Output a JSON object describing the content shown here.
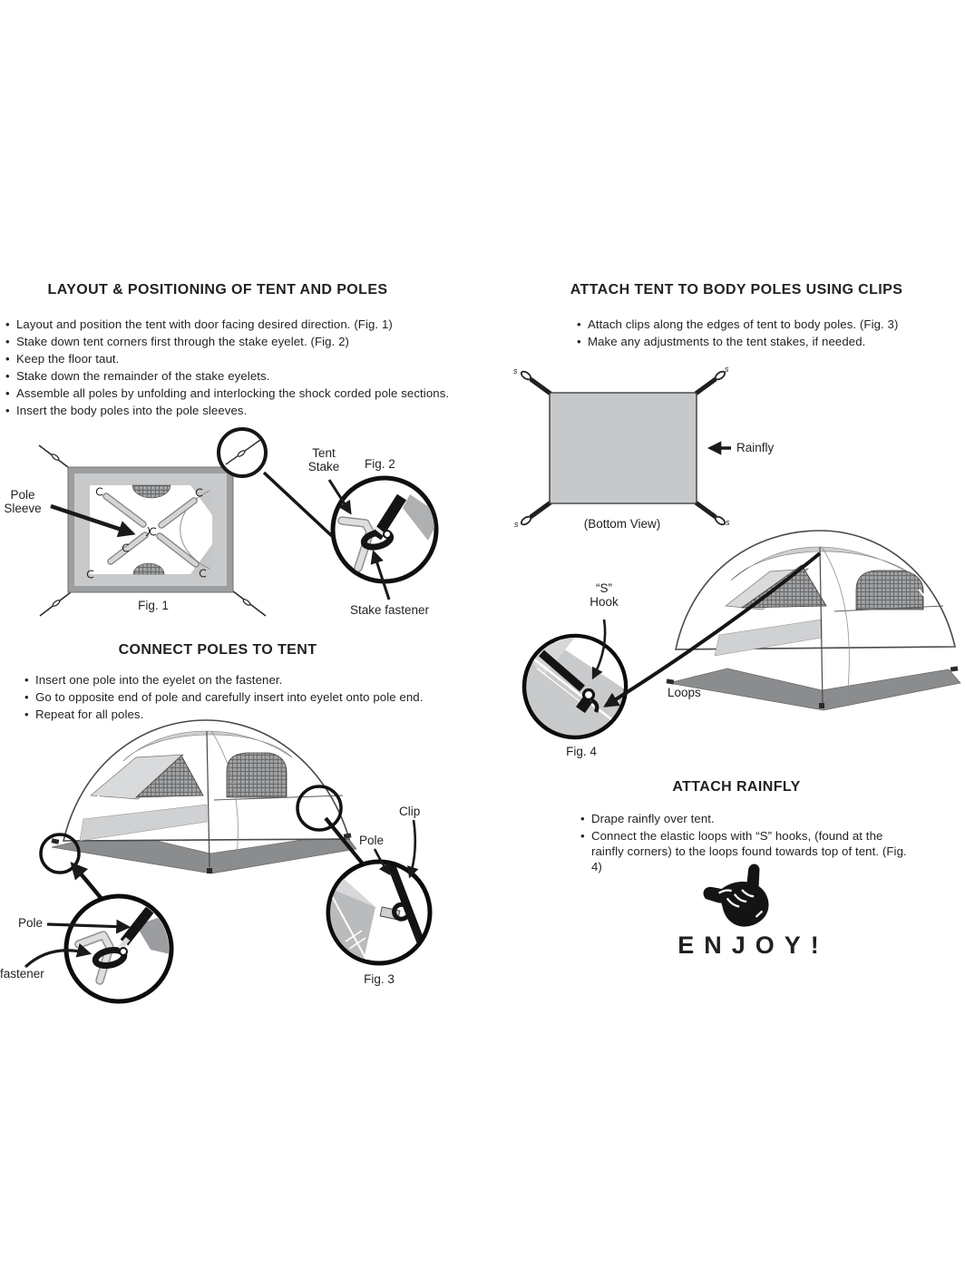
{
  "document": {
    "background": "#ffffff",
    "ink": "#231f20"
  },
  "sections": {
    "layout": {
      "heading": "LAYOUT & POSITIONING OF TENT AND POLES",
      "bullets": [
        "Layout and position the tent with door facing desired direction. (Fig. 1)",
        "Stake down tent corners first through the stake eyelet. (Fig. 2)",
        "Keep the floor taut.",
        "Stake down the remainder of the stake eyelets.",
        "Assemble all poles by unfolding and interlocking the shock corded pole sections.",
        "Insert the body poles into the pole sleeves."
      ]
    },
    "connect": {
      "heading": "CONNECT POLES TO TENT",
      "bullets": [
        "Insert one pole into the eyelet on the fastener.",
        "Go to opposite end of pole and carefully insert into eyelet onto pole end.",
        "Repeat for all poles."
      ]
    },
    "clips": {
      "heading": "ATTACH TENT TO BODY POLES USING CLIPS",
      "bullets": [
        "Attach clips along the edges of tent to body poles. (Fig. 3)",
        "Make any adjustments to the tent stakes, if needed."
      ]
    },
    "rainfly": {
      "heading": "ATTACH RAINFLY",
      "bullets": [
        "Drape rainfly over tent.",
        "Connect the elastic loops with “S” hooks, (found at the rainfly corners) to the loops found towards top of tent. (Fig. 4)"
      ]
    }
  },
  "figures": {
    "fig1": {
      "caption": "Fig. 1",
      "pole_sleeve_line1": "Pole",
      "pole_sleeve_line2": "Sleeve"
    },
    "fig2": {
      "caption": "Fig. 2",
      "tent_stake_line1": "Tent",
      "tent_stake_line2": "Stake",
      "stake_fastener": "Stake fastener"
    },
    "fig3": {
      "caption": "Fig. 3",
      "clip": "Clip",
      "pole_upper": "Pole",
      "pole_lower": "Pole",
      "fastener": "fastener"
    },
    "fig4": {
      "caption": "Fig. 4",
      "s_line1": "“S”",
      "s_line2": "Hook",
      "loops": "Loops"
    },
    "rainfly_diagram": {
      "label": "Rainfly",
      "view": "(Bottom View)",
      "hook_glyph": "s"
    }
  },
  "footer": {
    "enjoy": "ENJOY!",
    "icon": "shaka-hand-icon"
  },
  "colors": {
    "line": "#1a1a1a",
    "gray_light": "#d2d3d4",
    "gray_mid": "#c9cacc",
    "gray_dark": "#8a8c8e",
    "mesh": "#97999b"
  }
}
